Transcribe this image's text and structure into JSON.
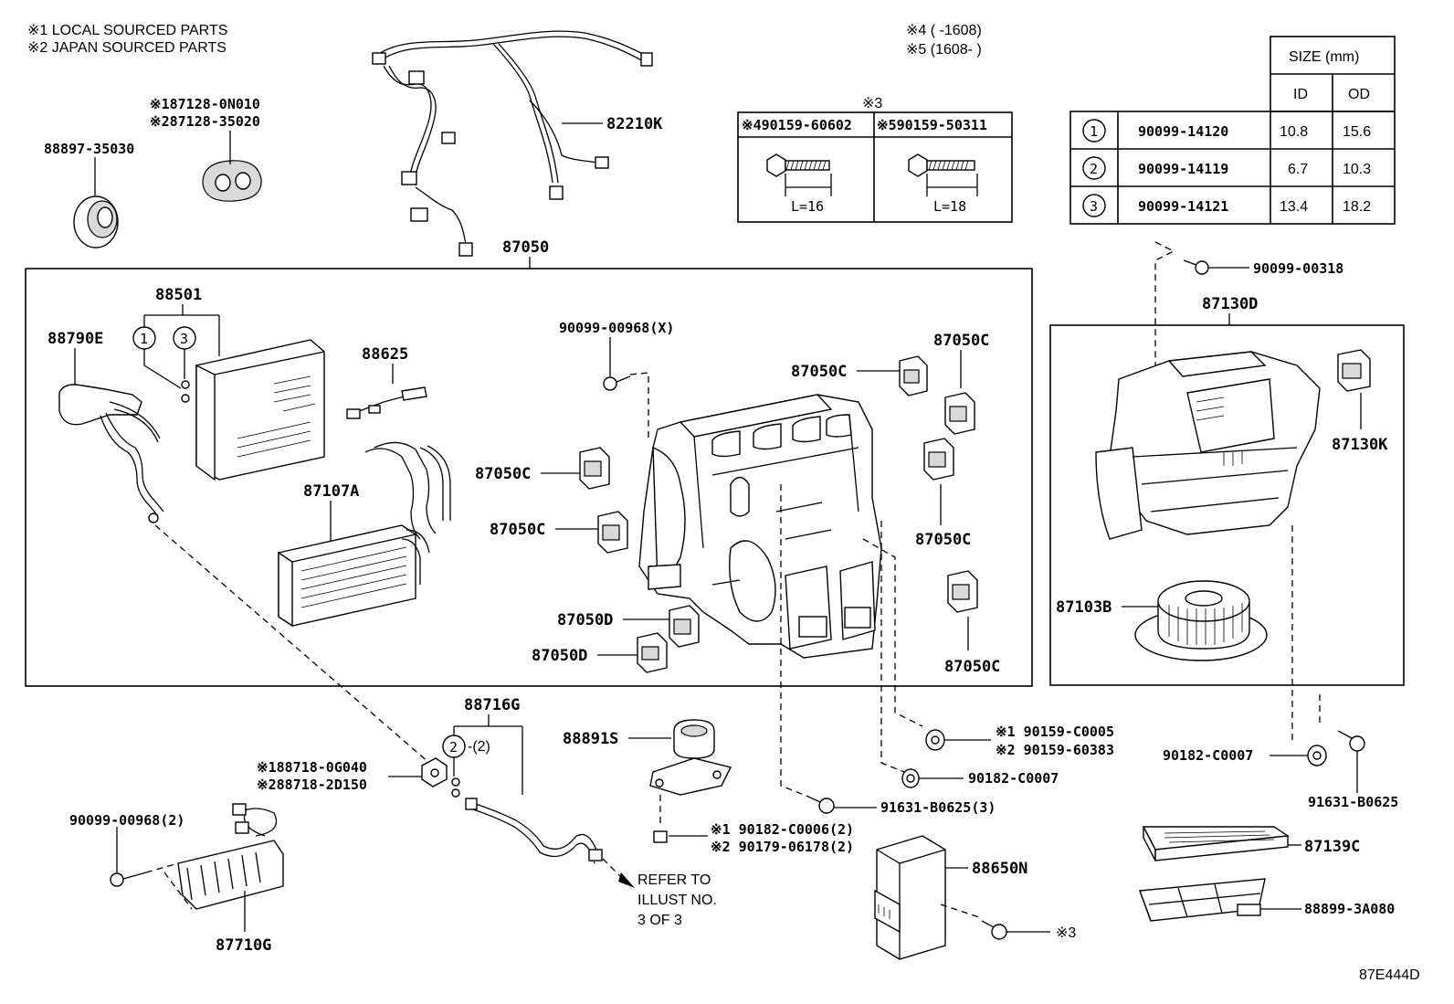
{
  "notes": {
    "local": "※1 LOCAL SOURCED PARTS",
    "japan": "※2 JAPAN SOURCED PARTS",
    "n4": "※4 (      -1608)",
    "n5": "※5 (1608-      )"
  },
  "screw_box": {
    "header": "※3",
    "left_pn": "※490159-60602",
    "right_pn": "※590159-50311",
    "left_len": "L=16",
    "right_len": "L=18"
  },
  "size_table": {
    "size_header": "SIZE (mm)",
    "id_header": "ID",
    "od_header": "OD",
    "rows": [
      {
        "no": "1",
        "part": "90099-14120",
        "id": "10.8",
        "od": "15.6"
      },
      {
        "no": "2",
        "part": "90099-14119",
        "id": "6.7",
        "od": "10.3"
      },
      {
        "no": "3",
        "part": "90099-14121",
        "id": "13.4",
        "od": "18.2"
      }
    ]
  },
  "labels": {
    "p87128a": "※187128-0N010",
    "p87128b": "※287128-35020",
    "p88897": "88897-35030",
    "p82210k": "82210K",
    "p87050": "87050",
    "p88501": "88501",
    "c1": "1",
    "c3": "3",
    "p88790e": "88790E",
    "p88625": "88625",
    "p87107a": "87107A",
    "p9009900968x": "90099-00968(X)",
    "p87050c_1": "87050C",
    "p87050c_2": "87050C",
    "p87050c_3": "87050C",
    "p87050c_4": "87050C",
    "p87050c_5": "87050C",
    "p87050c_6": "87050C",
    "p87050d_1": "87050D",
    "p87050d_2": "87050D",
    "p9009900318": "90099-00318",
    "p87130d": "87130D",
    "p87130k": "87130K",
    "p87103b": "87103B",
    "p88716g": "88716G",
    "c2": "2",
    "c2_qty": "-(2)",
    "p88891s": "88891S",
    "p88718a": "※188718-0G040",
    "p88718b": "※288718-2D150",
    "p9009900968_2": "90099-00968(2)",
    "p87710g": "87710G",
    "refer": "REFER TO",
    "refer2": "ILLUST NO.",
    "refer3": "3 OF 3",
    "p90159a": "※1 90159-C0005",
    "p90159b": "※2 90159-60383",
    "p90182c0007a": "90182-C0007",
    "p91631_3": "91631-B0625(3)",
    "p90182c0006": "※1 90182-C0006(2)",
    "p90179": "※2 90179-06178(2)",
    "p88650n": "88650N",
    "n3": "※3",
    "p90182c0007b": "90182-C0007",
    "p91631": "91631-B0625",
    "p87139c": "87139C",
    "p88899": "88899-3A080",
    "code": "87E444D"
  }
}
